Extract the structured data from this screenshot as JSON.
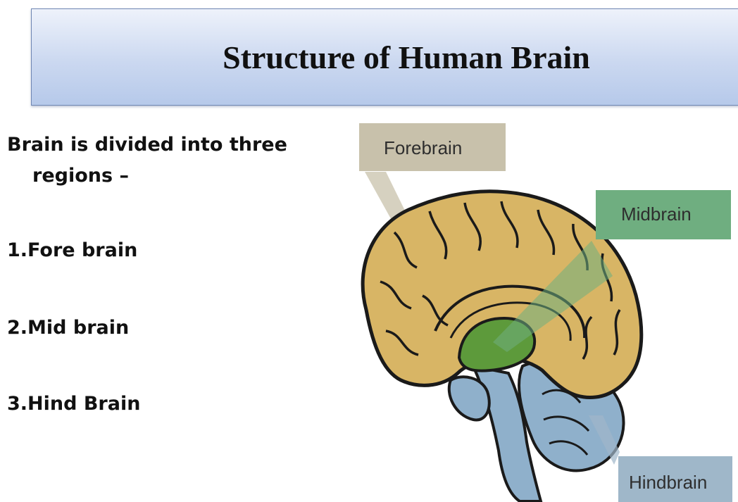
{
  "slide": {
    "title": "Structure of Human Brain",
    "intro": "Brain is divided into three regions –",
    "regions": [
      "1.Fore brain",
      "2.Mid brain",
      "3.Hind Brain"
    ]
  },
  "diagram": {
    "labels": {
      "forebrain": "Forebrain",
      "midbrain": "Midbrain",
      "hindbrain": "Hindbrain"
    },
    "colors": {
      "forebrain_tissue": "#d8b565",
      "midbrain_tissue": "#5d9a3b",
      "hindbrain_tissue": "#8fb0cb",
      "forebrain_label_bg": "#c8c1ab",
      "midbrain_label_bg": "#6fae80",
      "hindbrain_label_bg": "#9fb7c9"
    }
  }
}
